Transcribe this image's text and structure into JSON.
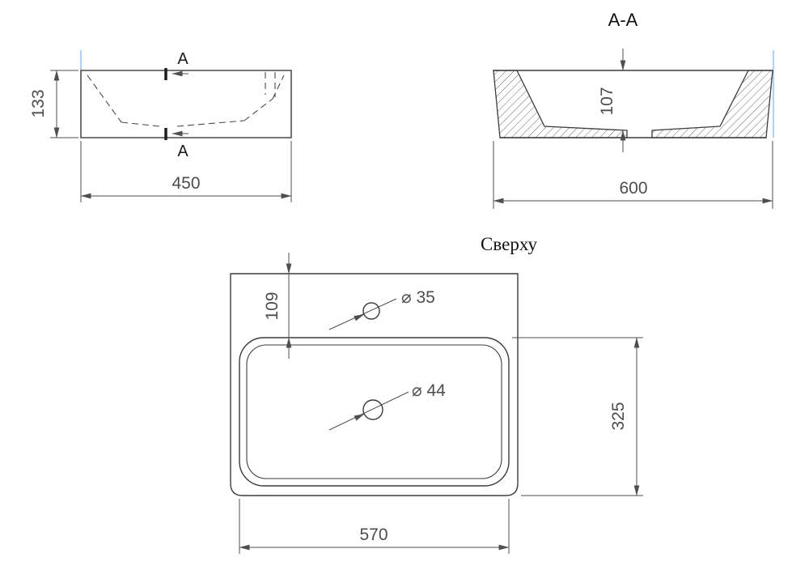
{
  "drawing": {
    "front_view": {
      "section_label_top": "A",
      "section_label_bottom": "A",
      "height_dim": "133",
      "width_dim": "450"
    },
    "section_view": {
      "title": "A-A",
      "depth_dim": "107",
      "width_dim": "600"
    },
    "top_view": {
      "title": "Сверху",
      "deck_dim": "109",
      "length_dim": "325",
      "width_dim": "570",
      "faucet_hole_dim": "⌀ 35",
      "drain_hole_dim": "⌀ 44"
    },
    "colors": {
      "outline": "#3c3c3c",
      "dimension": "#4f4f4f",
      "accent_blue": "#7fb2e5",
      "background": "#ffffff"
    }
  }
}
